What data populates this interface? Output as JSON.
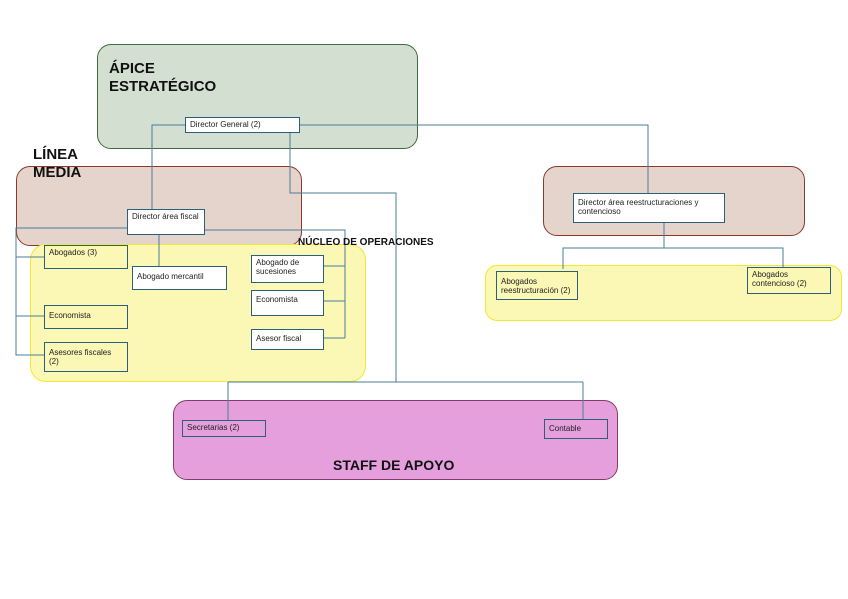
{
  "regions": {
    "apex": "ÁPICE\nESTRATÉGICO",
    "middle": "LÍNEA\nMEDIA",
    "core": "NÚCLEO DE OPERACIONES",
    "staff": "STAFF DE APOYO"
  },
  "nodes": {
    "director_general": "Director General (2)",
    "director_fiscal": "Director área fiscal",
    "director_reestructuraciones": "Director área reestructuraciones y contencioso",
    "abogados": "Abogados (3)",
    "abogado_mercantil": "Abogado mercantil",
    "economista_left": "Economista",
    "asesores_fiscales": "Asesores fiscales (2)",
    "abogado_sucesiones": "Abogado de sucesiones",
    "economista_mid": "Economista",
    "asesor_fiscal": "Asesor fiscal",
    "abogados_reestructuracion": "Abogados reestructuración (2)",
    "abogados_contencioso": "Abogados contencioso (2)",
    "secretarias": "Secretarias (2)",
    "contable": "Contable"
  },
  "colors": {
    "apex_fill": "#d3dfd1",
    "middle_fill": "#e5d4cb",
    "core_fill": "#fbf7b5",
    "staff_fill": "#e49fdc",
    "connector": "#4a7d99"
  }
}
